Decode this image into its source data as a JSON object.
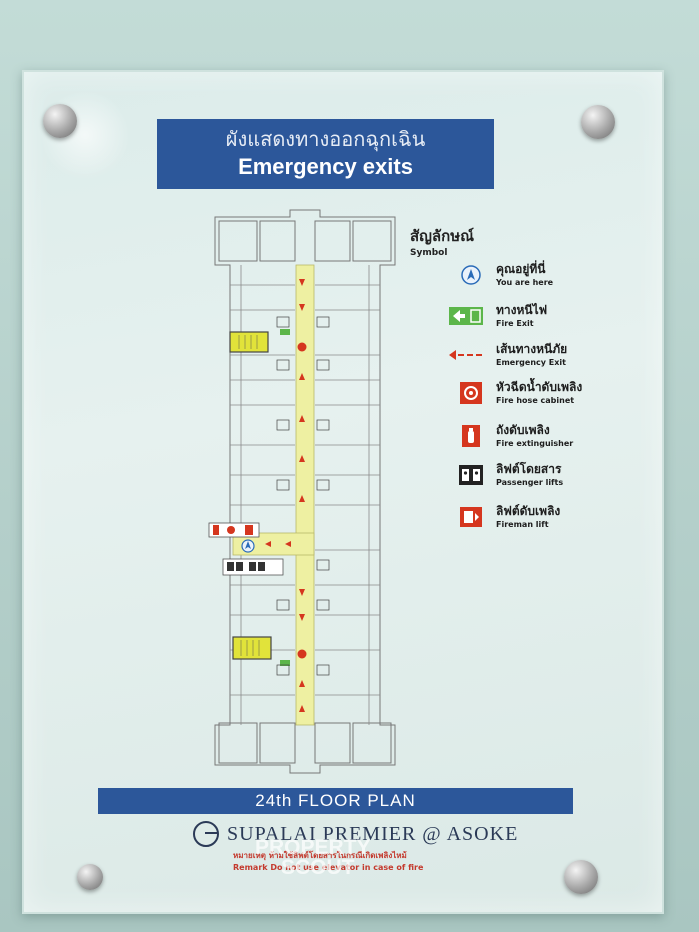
{
  "sign": {
    "title_thai": "ผังแสดงทางออกฉุกเฉิน",
    "title_en": "Emergency  exits",
    "floor_plan": "24th  FLOOR PLAN",
    "brand": "SUPALAI  PREMIER @ ASOKE",
    "remark_thai": "หมายเหตุ  ห้ามใช้ลิฟต์โดยสารในกรณีเกิดเพลิงไหม้",
    "remark_en": "Remark   Do not use elevator in case of fire"
  },
  "legend": {
    "heading_thai": "สัญลักษณ์",
    "heading_en": "Symbol",
    "items": [
      {
        "thai": "คุณอยู่ที่นี่",
        "en": "You are here",
        "icon": "you-are-here-icon"
      },
      {
        "thai": "ทางหนีไฟ",
        "en": "Fire Exit",
        "icon": "fire-exit-icon"
      },
      {
        "thai": "เส้นทางหนีภัย",
        "en": "Emergency Exit",
        "icon": "escape-route-arrow-icon"
      },
      {
        "thai": "หัวฉีดน้ำดับเพลิง",
        "en": "Fire hose cabinet",
        "icon": "fire-hose-icon"
      },
      {
        "thai": "ถังดับเพลิง",
        "en": "Fire extinguisher",
        "icon": "fire-extinguisher-icon"
      },
      {
        "thai": "ลิฟต์โดยสาร",
        "en": "Passenger lifts",
        "icon": "passenger-lift-icon"
      },
      {
        "thai": "ลิฟต์ดับเพลิง",
        "en": "Fireman lift",
        "icon": "fireman-lift-icon"
      }
    ]
  },
  "watermark": {
    "line1": "PROPERTY",
    "line2": "SCOUT"
  },
  "colors": {
    "wall": "#b9d3cf",
    "sign_blue": "#2c579a",
    "corridor_yellow": "#eef0a2",
    "stair_yellow": "#e1e33a",
    "route_red": "#d5361e",
    "exit_green": "#5cb64a"
  }
}
